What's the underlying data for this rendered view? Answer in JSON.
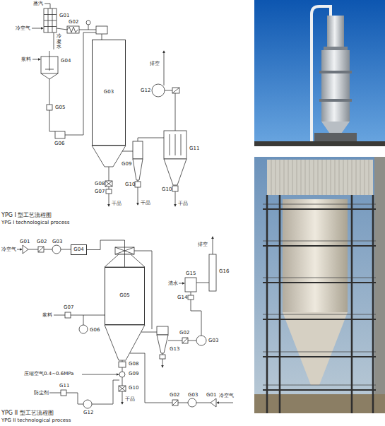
{
  "diagram": {
    "nodes": [
      {
        "text": [
          "G03"
        ]
      },
      {
        "text": [
          "G04"
        ]
      },
      {
        "text": [
          "G05"
        ]
      }
    ],
    "edges": [
      {
        "from": 1,
        "to": 2,
        "arrow": "none"
      }
    ],
    "labels": [
      "冷空气",
      "蒸汽",
      "G01",
      "G02",
      "冷凝水",
      "浆料",
      "G04",
      "G05",
      "G06",
      "G08",
      "G07",
      "干品",
      "G09",
      "G10",
      "干品",
      "G11",
      "G10",
      "干品",
      "G12",
      "排空",
      "YPG I 型工艺流程图",
      "YPG I technological process",
      "冷空气",
      "G01",
      "G02",
      "G03",
      "排空",
      "清水",
      "G15",
      "G16",
      "G14",
      "G03",
      "G02",
      "G13",
      "浆料",
      "G07",
      "G06",
      "G08",
      "G09",
      "G10",
      "干品",
      "压缩空气0.4~0.6MPa",
      "防尘剂",
      "G11",
      "G12",
      "G02",
      "G03",
      "G01",
      "冷空气",
      "YPG II 型工艺流程图",
      "YPG II technological process"
    ]
  }
}
